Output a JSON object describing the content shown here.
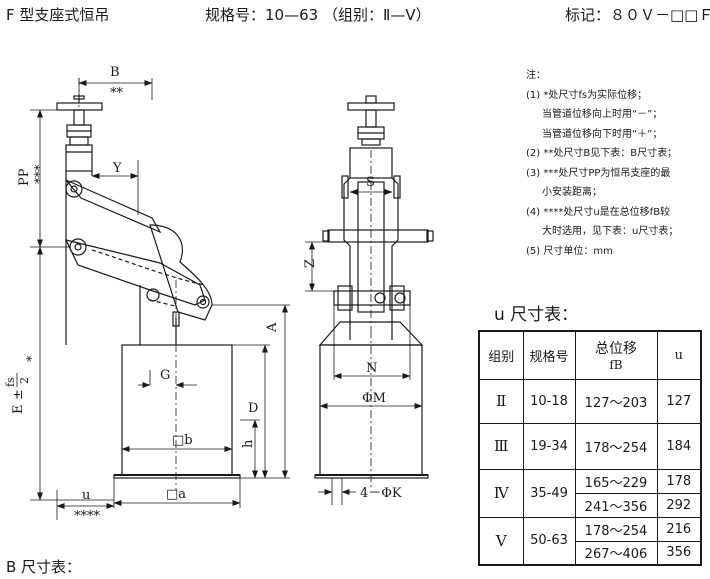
{
  "header": {
    "title": "F 型支座式恒吊",
    "spec": "规格号：10—63 （组别：Ⅱ—Ⅴ）",
    "mark": "标记：８０Ｖ－□□Ｆ"
  },
  "drawing_labels": {
    "B": "B",
    "B_stars": "**",
    "PP": "PP",
    "PP_stars": "***",
    "Y": "Y",
    "E": "E",
    "E_pm": "±",
    "E_fs": "fs",
    "E_2": "2",
    "E_star": "*",
    "G": "G",
    "A": "A",
    "D": "D",
    "h": "h",
    "b_sq": "□b",
    "a_sq": "□a",
    "u": "u",
    "u_stars": "****",
    "S": "S",
    "Z": "Z",
    "N": "N",
    "phiM": "ΦM",
    "phiK": "4－ΦK"
  },
  "notes": {
    "heading": "注：",
    "items": [
      "(1) *处尺寸fs为实际位移；",
      "当管道位移向上时用“－”；",
      "当管道位移向下时用“＋”；",
      "(2) **处尺寸B见下表：B尺寸表；",
      "(3) ***处尺寸PP为恒吊支座的最",
      "小安装距离；",
      "(4) ****处尺寸u是在总位移fB较",
      "大时选用，见下表：u尺寸表；",
      "(5) 尺寸单位：mm"
    ]
  },
  "u_table": {
    "title": "u 尺寸表：",
    "headers": {
      "group": "组别",
      "spec": "规格号",
      "disp": "总位移",
      "disp_sub": "fB",
      "u": "u"
    },
    "rows": [
      {
        "group": "Ⅱ",
        "spec": "10-18",
        "disp": "127～203",
        "u": "127"
      },
      {
        "group": "Ⅲ",
        "spec": "19-34",
        "disp": "178～254",
        "u": "184"
      },
      {
        "group": "Ⅳ",
        "spec": "35-49",
        "disp": "165～229",
        "u": "178",
        "disp2": "241～356",
        "u2": "292"
      },
      {
        "group": "Ⅴ",
        "spec": "50-63",
        "disp": "178～254",
        "u": "216",
        "disp2": "267～406",
        "u2": "356"
      }
    ]
  },
  "b_table": {
    "title": "B 尺寸表："
  }
}
